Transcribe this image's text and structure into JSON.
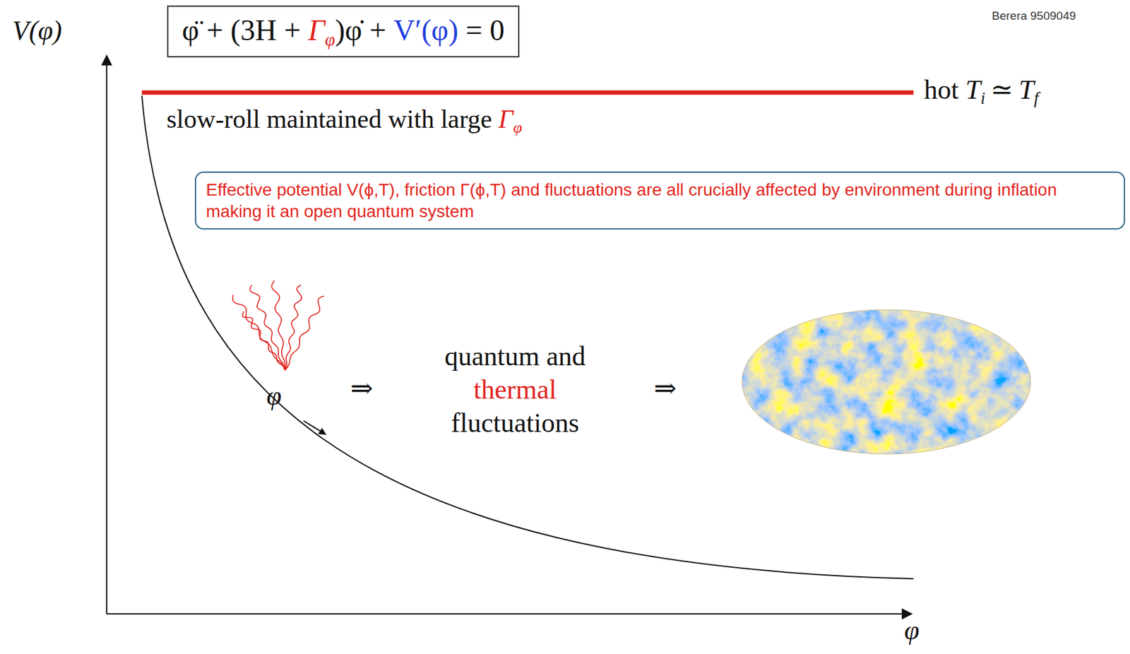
{
  "diagram": {
    "nodes": [
      {
        "text": [
          "φ̈ + (3H +",
          "Γ",
          "φ",
          ")φ̇ +",
          "V′(φ)",
          "= 0"
        ]
      },
      {
        "text": [
          "Effective potential V(ϕ,T), friction Γ(ϕ,T) and fluctuations are all crucially affected by environment during inflation making it an open quantum system"
        ]
      }
    ],
    "labels": [
      "Berera 9509049",
      "V(φ)",
      "hot",
      "T",
      "i",
      "≃",
      "T",
      "f",
      "slow-roll maintained with large",
      "Γ",
      "φ",
      "φ",
      "⇒",
      "quantum and",
      "thermal",
      "fluctuations",
      "⇒",
      "φ"
    ]
  }
}
